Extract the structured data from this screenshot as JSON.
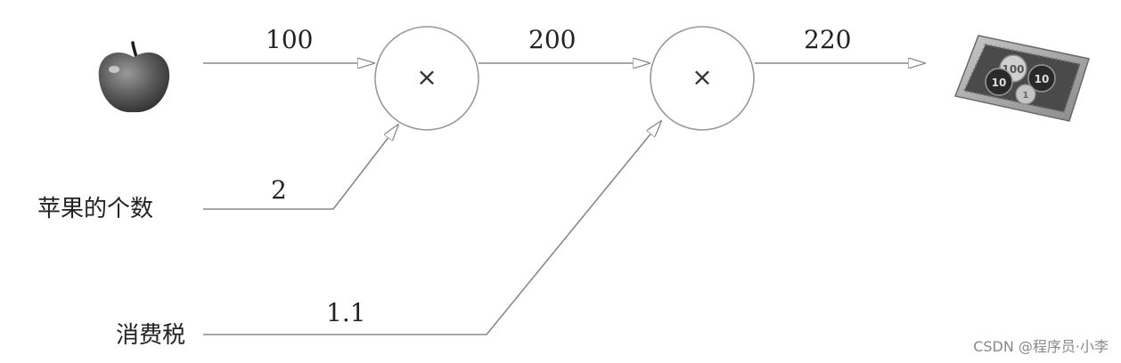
{
  "diagram": {
    "inputs": {
      "apple_icon": "apple-icon",
      "count_label": "苹果的个数",
      "tax_label": "消费税"
    },
    "edges": {
      "apple_price": "100",
      "count": "2",
      "tax": "1.1",
      "mid": "200",
      "out": "220"
    },
    "nodes": {
      "mult1": "×",
      "mult2": "×"
    },
    "output_icon": "coins-tray-icon"
  },
  "watermark": "CSDN @程序员·小李",
  "colors": {
    "line": "#888888",
    "text": "#222222"
  }
}
